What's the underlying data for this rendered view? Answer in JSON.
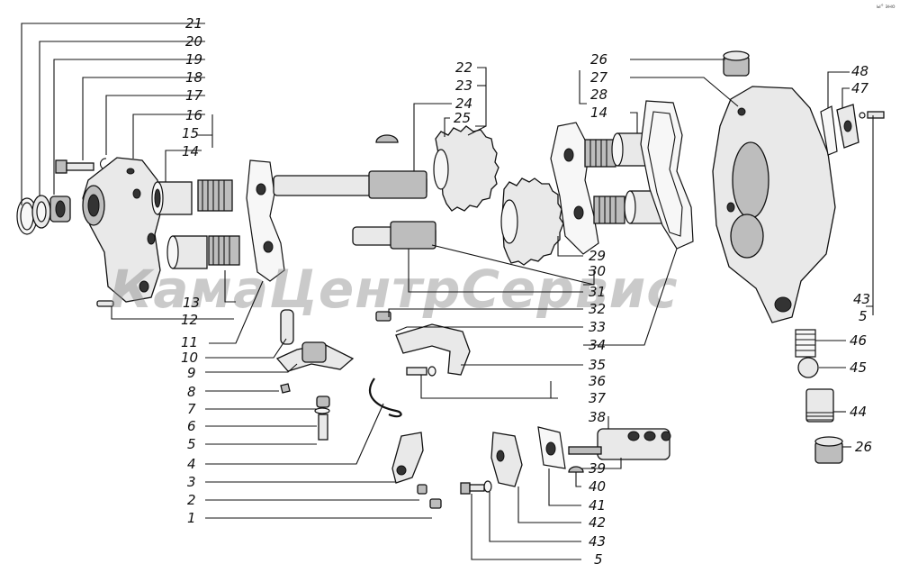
{
  "watermark": "КамаЦентрСервис",
  "corner_mark": "ы° эно",
  "callouts": {
    "c1": "1",
    "c2": "2",
    "c3": "3",
    "c4": "4",
    "c5": "5",
    "c5b": "5",
    "c5c": "5",
    "c6": "6",
    "c7": "7",
    "c8": "8",
    "c9": "9",
    "c10": "10",
    "c11": "11",
    "c12": "12",
    "c13": "13",
    "c14": "14",
    "c14b": "14",
    "c15": "15",
    "c16": "16",
    "c17": "17",
    "c18": "18",
    "c19": "19",
    "c20": "20",
    "c21": "21",
    "c22": "22",
    "c23": "23",
    "c24": "24",
    "c25": "25",
    "c26": "26",
    "c26b": "26",
    "c27": "27",
    "c28": "28",
    "c29": "29",
    "c30": "30",
    "c31": "31",
    "c32": "32",
    "c33": "33",
    "c34": "34",
    "c35": "35",
    "c36": "36",
    "c37": "37",
    "c38": "38",
    "c39": "39",
    "c40": "40",
    "c41": "41",
    "c42": "42",
    "c43": "43",
    "c43b": "43",
    "c44": "44",
    "c45": "45",
    "c46": "46",
    "c47": "47",
    "c48": "48"
  }
}
